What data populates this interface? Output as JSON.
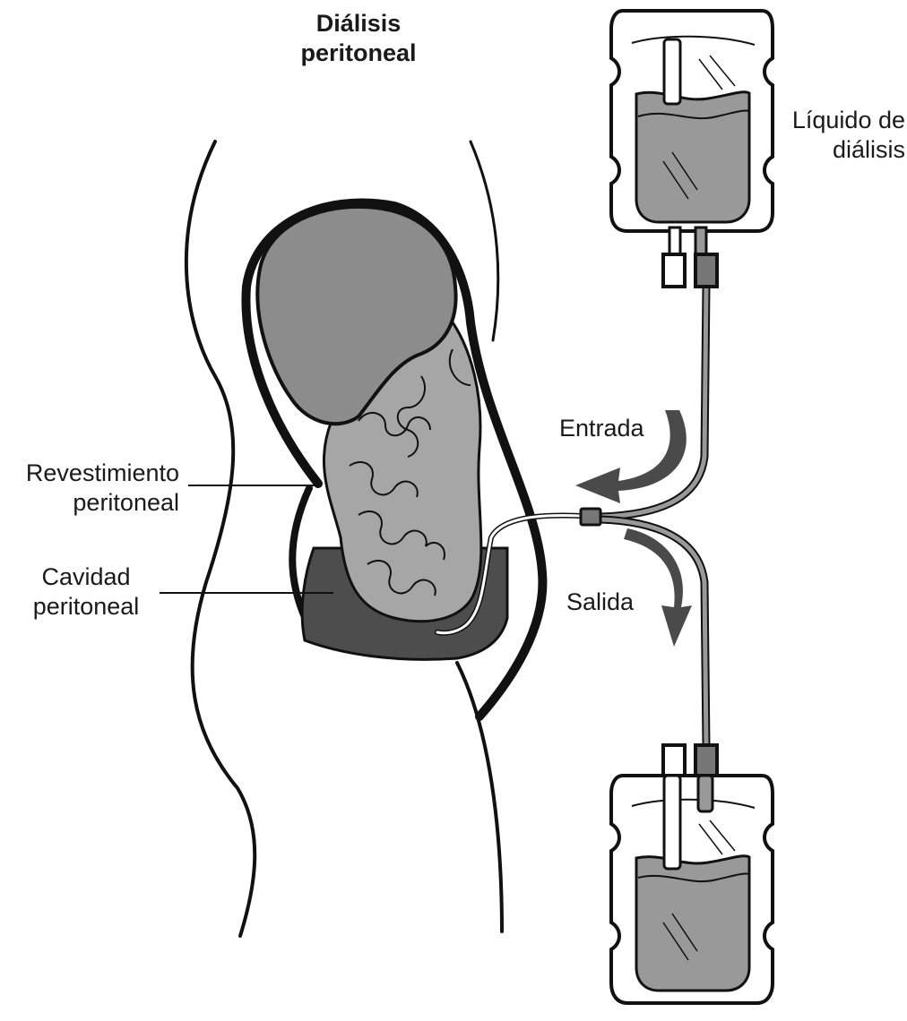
{
  "title": {
    "line1": "Diálisis",
    "line2": "peritoneal"
  },
  "labels": {
    "fluid": {
      "line1": "Líquido de",
      "line2": "diálisis"
    },
    "inflow": "Entrada",
    "outflow": "Salida",
    "lining": {
      "line1": "Revestimiento",
      "line2": "peritoneal"
    },
    "cavity": {
      "line1": "Cavidad",
      "line2": "peritoneal"
    }
  },
  "colors": {
    "outline": "#111111",
    "organ_gray": "#8c8c8c",
    "intestine_gray": "#a6a6a6",
    "cavity_dark": "#4d4d4d",
    "fluid_gray": "#999999",
    "arrow": "#4a4a4a"
  }
}
